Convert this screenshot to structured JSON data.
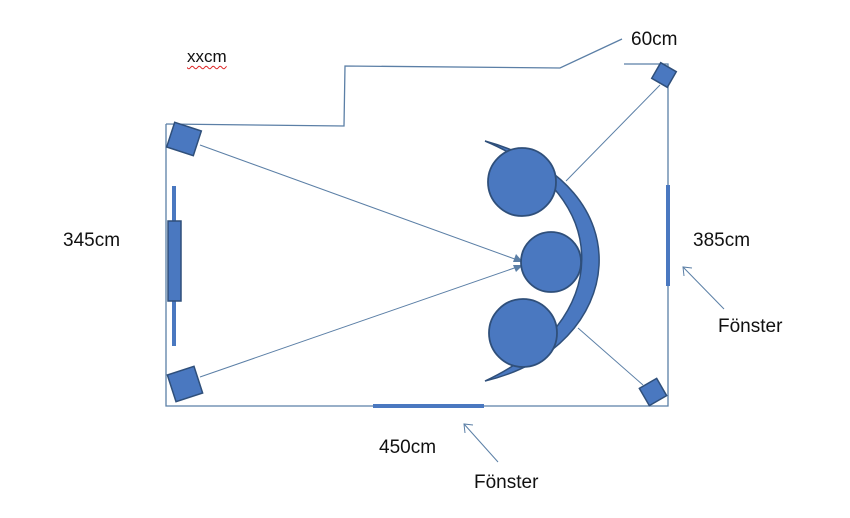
{
  "labels": {
    "unknown_width": "xxcm",
    "top_offset": "60cm",
    "left_side": "345cm",
    "right_side": "385cm",
    "bottom_side": "450cm",
    "window_right": "Fönster",
    "window_bottom": "Fönster"
  },
  "colors": {
    "line": "#5b7fa6",
    "fill": "#4a78c0",
    "stroke": "#2f4f7a",
    "text": "#111111",
    "spellcheck": "#d22222"
  },
  "elements": {
    "speakers": 4,
    "seats": 3,
    "windows": 3
  }
}
